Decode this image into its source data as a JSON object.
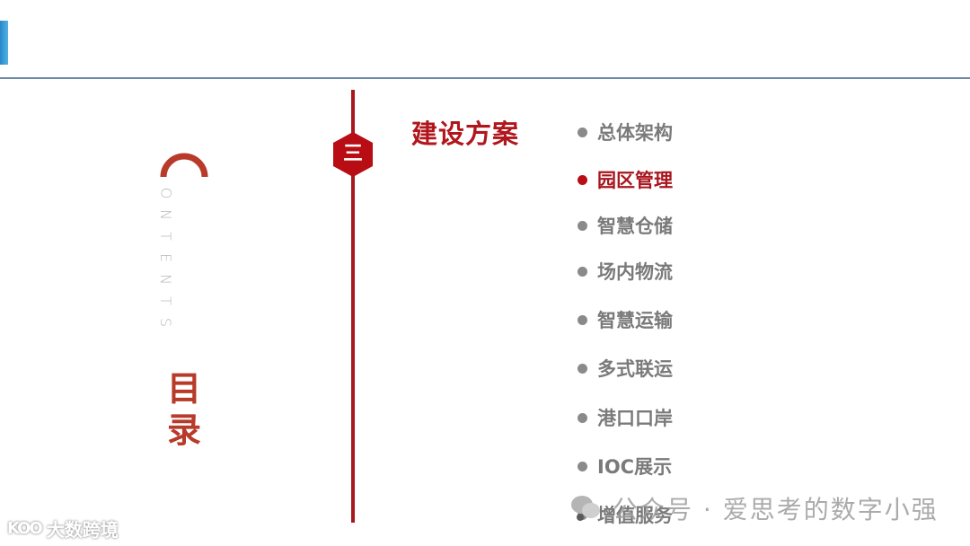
{
  "header": {
    "accent_color": "#3a9ad6",
    "rule_color": "#6c8aa6"
  },
  "contents_panel": {
    "initial_letter": "C",
    "vertical_letters": [
      "O",
      "N",
      "T",
      "E",
      "N",
      "T",
      "S"
    ],
    "title_chars": [
      "目",
      "录"
    ],
    "accent_color": "#b73a2a"
  },
  "timeline": {
    "section_number": "三",
    "section_title": "建设方案",
    "color": "#a8191e"
  },
  "items": [
    {
      "label": "总体架构",
      "active": false
    },
    {
      "label": "园区管理",
      "active": true
    },
    {
      "label": "智慧仓储",
      "active": false
    },
    {
      "label": "场内物流",
      "active": false
    },
    {
      "label": "智慧运输",
      "active": false
    },
    {
      "label": "多式联运",
      "active": false
    },
    {
      "label": "港口口岸",
      "active": false
    },
    {
      "label": "IOC展示",
      "active": false
    },
    {
      "label": "增值服务",
      "active": false
    }
  ],
  "watermarks": {
    "right": "公众号 · 爱思考的数字小强",
    "left_logo": "KOO",
    "left_text": "大数跨境"
  }
}
